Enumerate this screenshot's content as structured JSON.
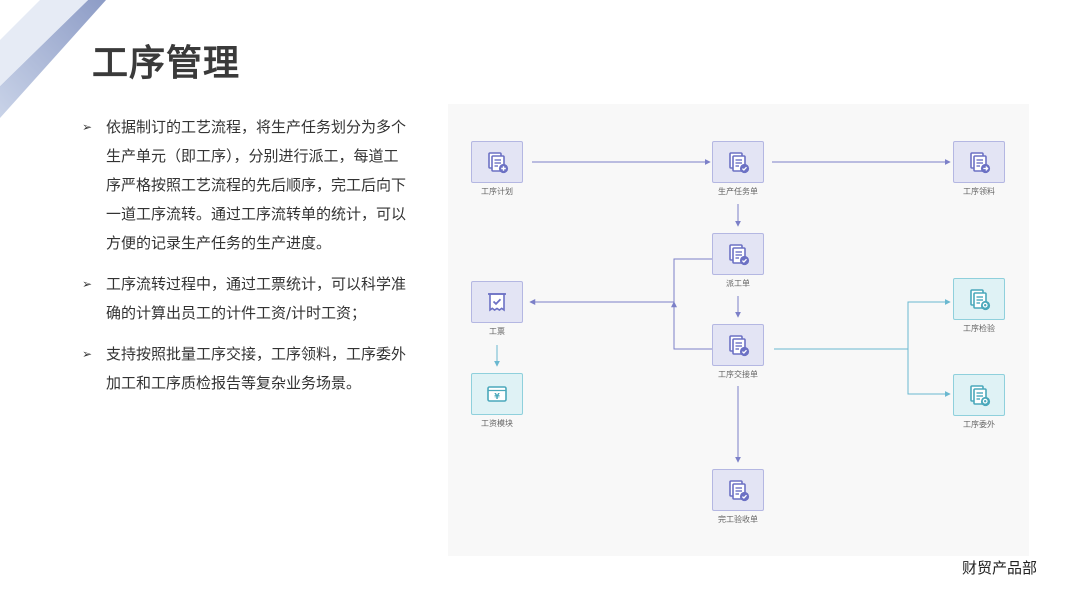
{
  "slide": {
    "title": "工序管理",
    "bullets": [
      "依据制订的工艺流程，将生产任务划分为多个生产单元（即工序），分别进行派工，每道工序严格按照工艺流程的先后顺序，完工后向下一道工序流转。通过工序流转单的统计，可以方便的记录生产任务的生产进度。",
      "工序流转过程中，通过工票统计，可以科学准确的计算出员工的计件工资/计时工资；",
      "支持按照批量工序交接，工序领料，工序委外加工和工序质检报告等复杂业务场景。"
    ],
    "bullet_marker": "➢",
    "footer": "财贸产品部"
  },
  "diagram": {
    "colors": {
      "purple_fill": "#e3e4f4",
      "purple_border": "#b4b7e2",
      "purple_icon": "#6c71c4",
      "teal_fill": "#dff2f5",
      "teal_border": "#8fd0dc",
      "teal_icon": "#4aa8bb",
      "edge_purple": "#7c80c8",
      "edge_teal": "#6ab8d0"
    },
    "nodes": [
      {
        "id": "plan",
        "label": "工序计划",
        "icon": "document-plus-icon",
        "style": "purple"
      },
      {
        "id": "task",
        "label": "生产任务单",
        "icon": "document-check-icon",
        "style": "purple"
      },
      {
        "id": "material",
        "label": "工序领料",
        "icon": "document-arrow-icon",
        "style": "purple"
      },
      {
        "id": "dispatch",
        "label": "派工单",
        "icon": "document-check-icon",
        "style": "purple"
      },
      {
        "id": "ticket",
        "label": "工票",
        "icon": "receipt-check-icon",
        "style": "purple"
      },
      {
        "id": "handover",
        "label": "工序交接单",
        "icon": "document-check-icon",
        "style": "purple"
      },
      {
        "id": "inspect",
        "label": "工序检验",
        "icon": "document-search-icon",
        "style": "teal"
      },
      {
        "id": "wage",
        "label": "工资模块",
        "icon": "wage-yen-icon",
        "style": "teal"
      },
      {
        "id": "outsource",
        "label": "工序委外",
        "icon": "document-search-icon",
        "style": "teal"
      },
      {
        "id": "finish",
        "label": "完工验收单",
        "icon": "document-check-icon",
        "style": "purple"
      }
    ],
    "edges": [
      {
        "from": "plan",
        "to": "task"
      },
      {
        "from": "task",
        "to": "material"
      },
      {
        "from": "task",
        "to": "dispatch"
      },
      {
        "from": "dispatch",
        "to": "handover"
      },
      {
        "from": "dispatch",
        "to": "ticket"
      },
      {
        "from": "handover",
        "to": "ticket"
      },
      {
        "from": "ticket",
        "to": "wage"
      },
      {
        "from": "handover",
        "to": "inspect"
      },
      {
        "from": "handover",
        "to": "outsource"
      },
      {
        "from": "handover",
        "to": "finish"
      }
    ],
    "wage_symbol": "¥"
  }
}
